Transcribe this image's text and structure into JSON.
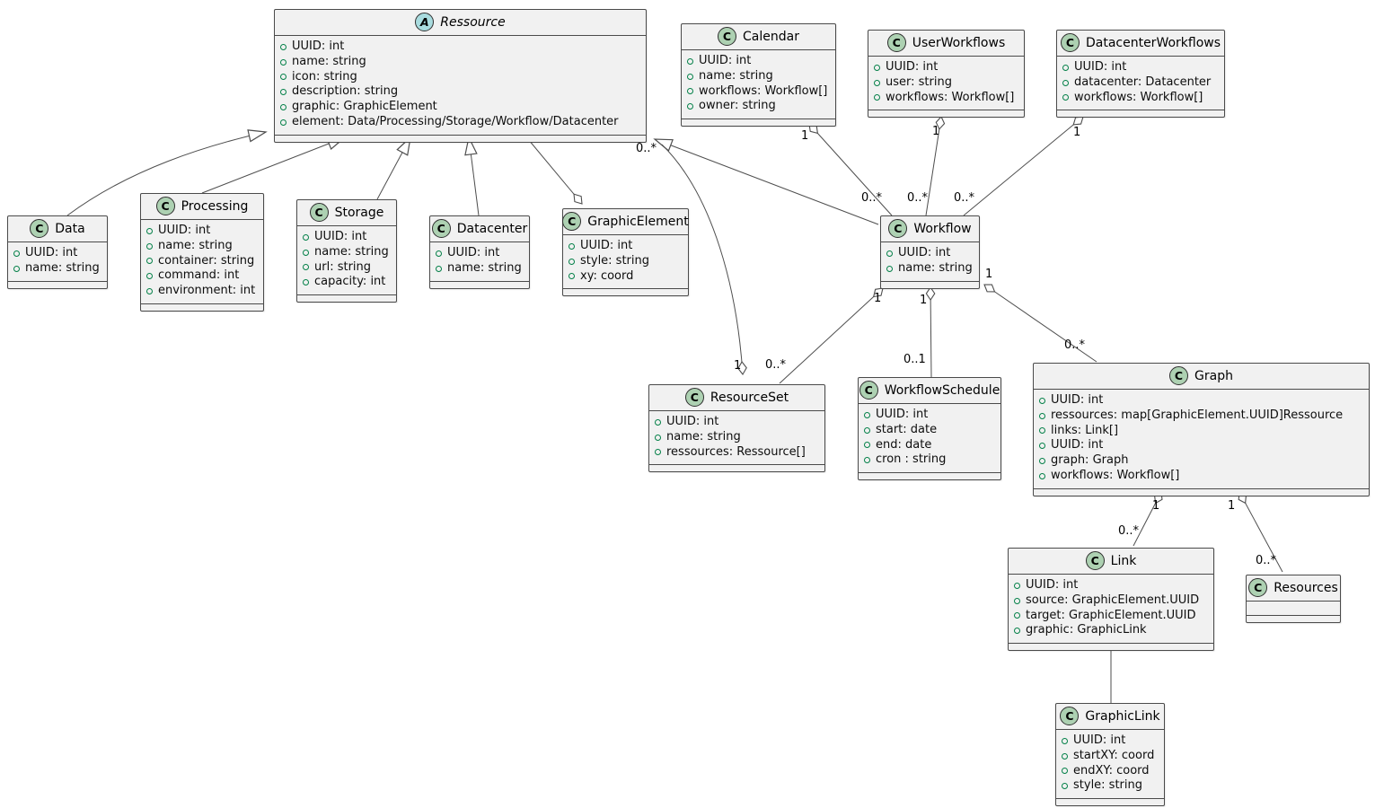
{
  "classes": {
    "ressource": {
      "badge": "A",
      "name": "Ressource",
      "attributes": [
        "UUID: int",
        "name: string",
        "icon: string",
        "description: string",
        "graphic: GraphicElement",
        "element: Data/Processing/Storage/Workflow/Datacenter"
      ]
    },
    "calendar": {
      "badge": "C",
      "name": "Calendar",
      "attributes": [
        "UUID: int",
        "name: string",
        "workflows: Workflow[]",
        "owner: string"
      ]
    },
    "user_workflows": {
      "badge": "C",
      "name": "UserWorkflows",
      "attributes": [
        "UUID: int",
        "user: string",
        "workflows: Workflow[]"
      ]
    },
    "datacenter_workflows": {
      "badge": "C",
      "name": "DatacenterWorkflows",
      "attributes": [
        "UUID: int",
        "datacenter: Datacenter",
        "workflows: Workflow[]"
      ]
    },
    "data": {
      "badge": "C",
      "name": "Data",
      "attributes": [
        "UUID: int",
        "name: string"
      ]
    },
    "processing": {
      "badge": "C",
      "name": "Processing",
      "attributes": [
        "UUID: int",
        "name: string",
        "container: string",
        "command: int",
        "environment: int"
      ]
    },
    "storage": {
      "badge": "C",
      "name": "Storage",
      "attributes": [
        "UUID: int",
        "name: string",
        "url: string",
        "capacity: int"
      ]
    },
    "datacenter": {
      "badge": "C",
      "name": "Datacenter",
      "attributes": [
        "UUID: int",
        "name: string"
      ]
    },
    "graphic_element": {
      "badge": "C",
      "name": "GraphicElement",
      "attributes": [
        "UUID: int",
        "style: string",
        "xy: coord"
      ]
    },
    "workflow": {
      "badge": "C",
      "name": "Workflow",
      "attributes": [
        "UUID: int",
        "name: string"
      ]
    },
    "resource_set": {
      "badge": "C",
      "name": "ResourceSet",
      "attributes": [
        "UUID: int",
        "name: string",
        "ressources: Ressource[]"
      ]
    },
    "workflow_schedule": {
      "badge": "C",
      "name": "WorkflowSchedule",
      "attributes": [
        "UUID: int",
        "start: date",
        "end: date",
        "cron : string"
      ]
    },
    "graph": {
      "badge": "C",
      "name": "Graph",
      "attributes": [
        "UUID: int",
        "ressources: map[GraphicElement.UUID]Ressource",
        "links: Link[]",
        "UUID: int",
        "graph: Graph",
        "workflows: Workflow[]"
      ]
    },
    "link": {
      "badge": "C",
      "name": "Link",
      "attributes": [
        "UUID: int",
        "source: GraphicElement.UUID",
        "target: GraphicElement.UUID",
        "graphic: GraphicLink"
      ]
    },
    "resources": {
      "badge": "C",
      "name": "Resources",
      "attributes": []
    },
    "graphic_link": {
      "badge": "C",
      "name": "GraphicLink",
      "attributes": [
        "UUID: int",
        "startXY: coord",
        "endXY: coord",
        "style: string"
      ]
    }
  },
  "multiplicities": [
    "1",
    "0..*",
    "1",
    "0..*",
    "1",
    "0..*",
    "0..*",
    "1",
    "1",
    "0..*",
    "1",
    "0..1",
    "1",
    "0..*",
    "1",
    "0..*",
    "1",
    "0..*"
  ],
  "colors": {
    "background": "#FFFFFF",
    "box_fill": "#F1F1F1",
    "box_border": "#4A4A4A",
    "line": "#4E4E4E",
    "class_badge_fill": "#ADD1B2",
    "abstract_badge_fill": "#A9DCDF",
    "field_marker": "#038048"
  }
}
